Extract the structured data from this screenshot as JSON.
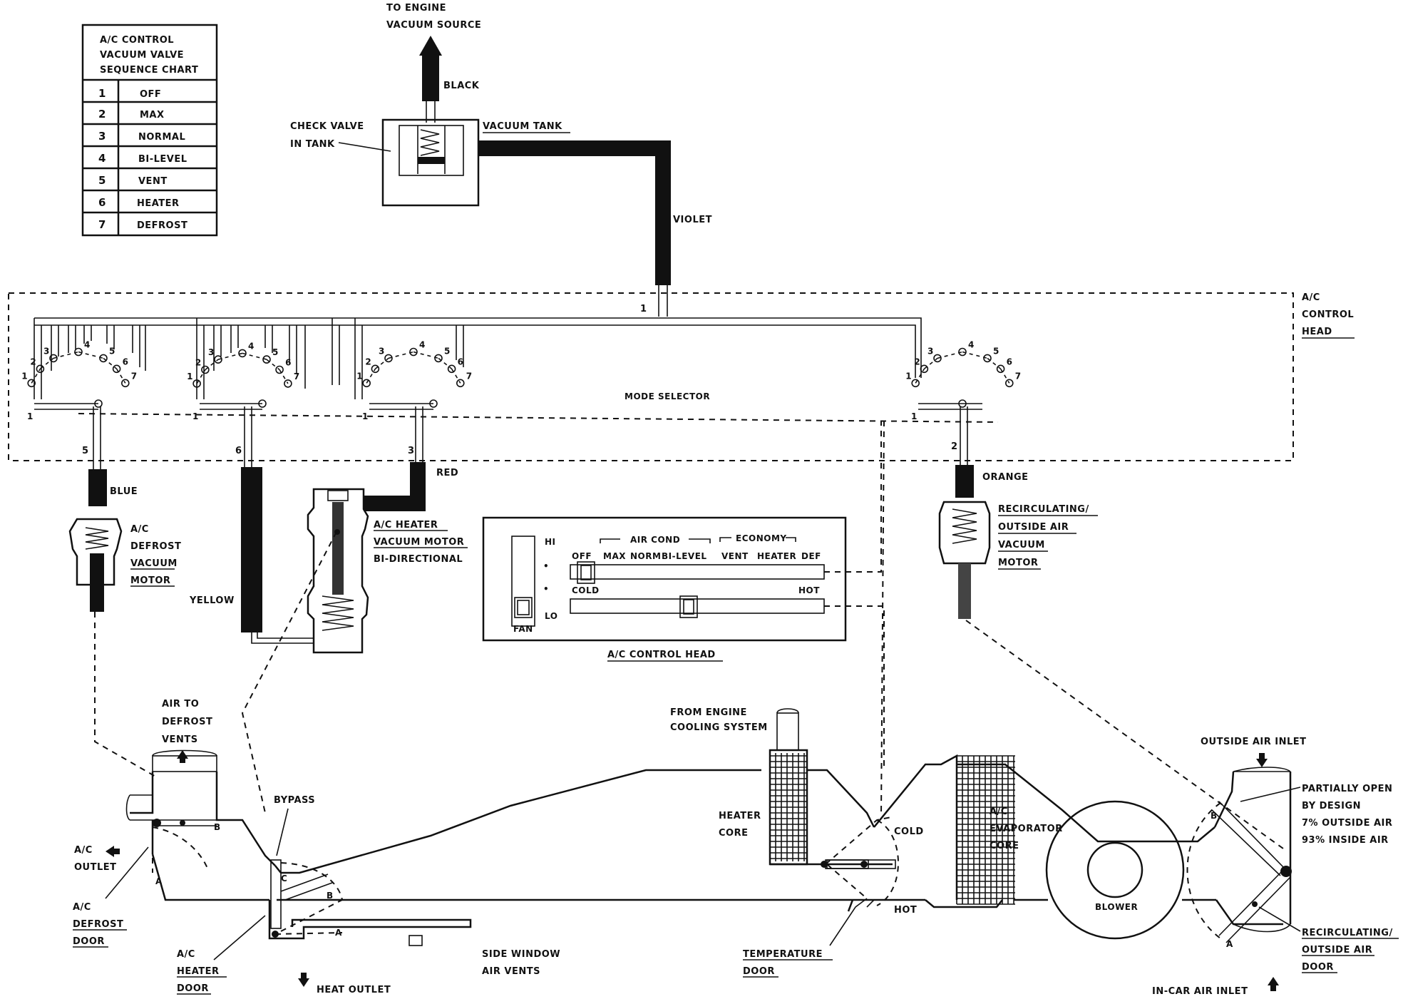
{
  "sequence_chart": {
    "title_1": "A/C CONTROL",
    "title_2": "VACUUM VALVE",
    "title_3": "SEQUENCE CHART",
    "rows": [
      {
        "num": "1",
        "mode": "OFF"
      },
      {
        "num": "2",
        "mode": "MAX"
      },
      {
        "num": "3",
        "mode": "NORMAL"
      },
      {
        "num": "4",
        "mode": "BI-LEVEL"
      },
      {
        "num": "5",
        "mode": "VENT"
      },
      {
        "num": "6",
        "mode": "HEATER"
      },
      {
        "num": "7",
        "mode": "DEFROST"
      }
    ]
  },
  "labels": {
    "engine_vacuum_1": "TO ENGINE",
    "engine_vacuum_2": "VACUUM SOURCE",
    "black": "BLACK",
    "check_valve_1": "CHECK VALVE",
    "check_valve_2": "IN TANK",
    "vacuum_tank": "VACUUM TANK",
    "violet": "VIOLET",
    "control_head_1": "A/C",
    "control_head_2": "CONTROL",
    "control_head_3": "HEAD",
    "mode_selector": "MODE SELECTOR",
    "blue": "BLUE",
    "red": "RED",
    "orange": "ORANGE",
    "yellow": "YELLOW",
    "defrost_motor_1": "A/C",
    "defrost_motor_2": "DEFROST",
    "defrost_motor_3": "VACUUM",
    "defrost_motor_4": "MOTOR",
    "heater_motor_1": "A/C HEATER",
    "heater_motor_2": "VACUUM MOTOR",
    "heater_motor_3": "BI-DIRECTIONAL",
    "recirc_motor_1": "RECIRCULATING/",
    "recirc_motor_2": "OUTSIDE AIR",
    "recirc_motor_3": "VACUUM",
    "recirc_motor_4": "MOTOR",
    "panel_caption": "A/C CONTROL HEAD",
    "air_to_defrost_1": "AIR TO",
    "air_to_defrost_2": "DEFROST",
    "air_to_defrost_3": "VENTS",
    "ac_outlet_1": "A/C",
    "ac_outlet_2": "OUTLET",
    "defrost_door_1": "A/C",
    "defrost_door_2": "DEFROST",
    "defrost_door_3": "DOOR",
    "bypass": "BYPASS",
    "heater_door_1": "A/C",
    "heater_door_2": "HEATER",
    "heater_door_3": "DOOR",
    "heat_outlet": "HEAT OUTLET",
    "side_window_1": "SIDE WINDOW",
    "side_window_2": "AIR VENTS",
    "engine_cooling_1": "FROM ENGINE",
    "engine_cooling_2": "COOLING SYSTEM",
    "heater_core_1": "HEATER",
    "heater_core_2": "CORE",
    "cold": "COLD",
    "hot": "HOT",
    "temp_door_1": "TEMPERATURE",
    "temp_door_2": "DOOR",
    "evap_1": "A/C",
    "evap_2": "EVAPORATOR",
    "evap_3": "CORE",
    "blower": "BLOWER",
    "outside_inlet": "OUTSIDE AIR INLET",
    "partially_1": "PARTIALLY OPEN",
    "partially_2": "BY DESIGN",
    "partially_3": "7% OUTSIDE AIR",
    "partially_4": "93% INSIDE AIR",
    "recirc_door_1": "RECIRCULATING/",
    "recirc_door_2": "OUTSIDE AIR",
    "recirc_door_3": "DOOR",
    "incar_inlet": "IN-CAR AIR INLET",
    "port_1": "1",
    "port_2": "2",
    "port_3": "3",
    "port_5": "5",
    "port_6": "6",
    "door_a": "A",
    "door_b": "B",
    "door_c": "C"
  },
  "panel": {
    "hi": "HI",
    "lo": "LO",
    "fan": "FAN",
    "dot": "•",
    "air_cond": "AIR COND",
    "economy": "ECONOMY",
    "off": "OFF",
    "max": "MAX",
    "norm": "NORM",
    "bilevel": "BI-LEVEL",
    "vent": "VENT",
    "heater": "HEATER",
    "def": "DEF",
    "cold": "COLD",
    "hot": "HOT"
  },
  "valve_numbers": [
    "1",
    "2",
    "3",
    "4",
    "5",
    "6",
    "7"
  ]
}
